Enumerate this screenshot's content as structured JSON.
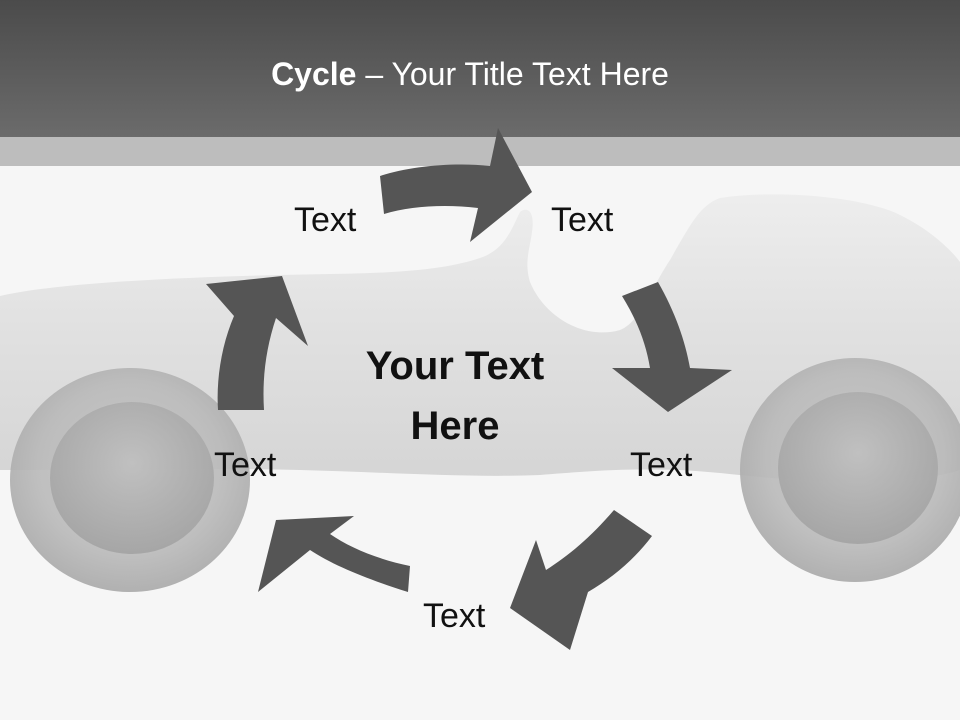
{
  "slide": {
    "title_bold": "Cycle",
    "title_rest": " – Your Title Text Here",
    "center_line1": "Your Text",
    "center_line2": "Here",
    "nodes": [
      {
        "label": "Text"
      },
      {
        "label": "Text"
      },
      {
        "label": "Text"
      },
      {
        "label": "Text"
      },
      {
        "label": "Text"
      }
    ]
  },
  "colors": {
    "header": "#5a5a5a",
    "header_strip": "#bdbdbd",
    "arrow": "#555555",
    "background": "#f6f6f6"
  },
  "icons": {
    "arrows": "curved-arrow-icon",
    "background_image": "toy-car-illustration"
  }
}
